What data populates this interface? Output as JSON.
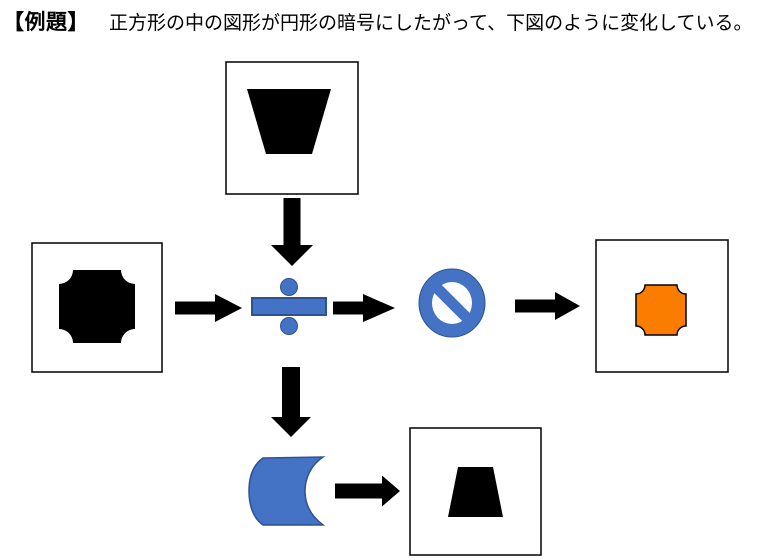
{
  "header": {
    "label": "【例題】",
    "text": "正方形の中の図形が円形の暗号にしたがって、下図のように変化している。"
  },
  "colors": {
    "black": "#000000",
    "white": "#ffffff",
    "symbol_blue": "#4472C4",
    "symbol_blue_dark": "#2F528F",
    "orange": "#FA7D00"
  },
  "diagram": {
    "boxes": [
      {
        "id": "top-box",
        "content_shape": "inverted-trapezoid",
        "fill": "black"
      },
      {
        "id": "left-box",
        "content_shape": "plaque-square",
        "fill": "black"
      },
      {
        "id": "right-box",
        "content_shape": "plaque-square-small",
        "fill": "orange"
      },
      {
        "id": "bottom-box",
        "content_shape": "trapezoid-small",
        "fill": "black"
      }
    ],
    "cipher_symbols": [
      {
        "id": "division-sign-icon",
        "glyph": "÷"
      },
      {
        "id": "prohibition-sign-icon",
        "glyph": "🚫"
      },
      {
        "id": "cylinder-body-icon",
        "glyph": "curved cylinder side"
      }
    ],
    "arrows": [
      "left-box → division-sign",
      "top-box ↓ division-sign",
      "division-sign → prohibition-sign",
      "prohibition-sign → right-box",
      "division-sign ↓ cylinder-body",
      "cylinder-body → bottom-box"
    ]
  }
}
